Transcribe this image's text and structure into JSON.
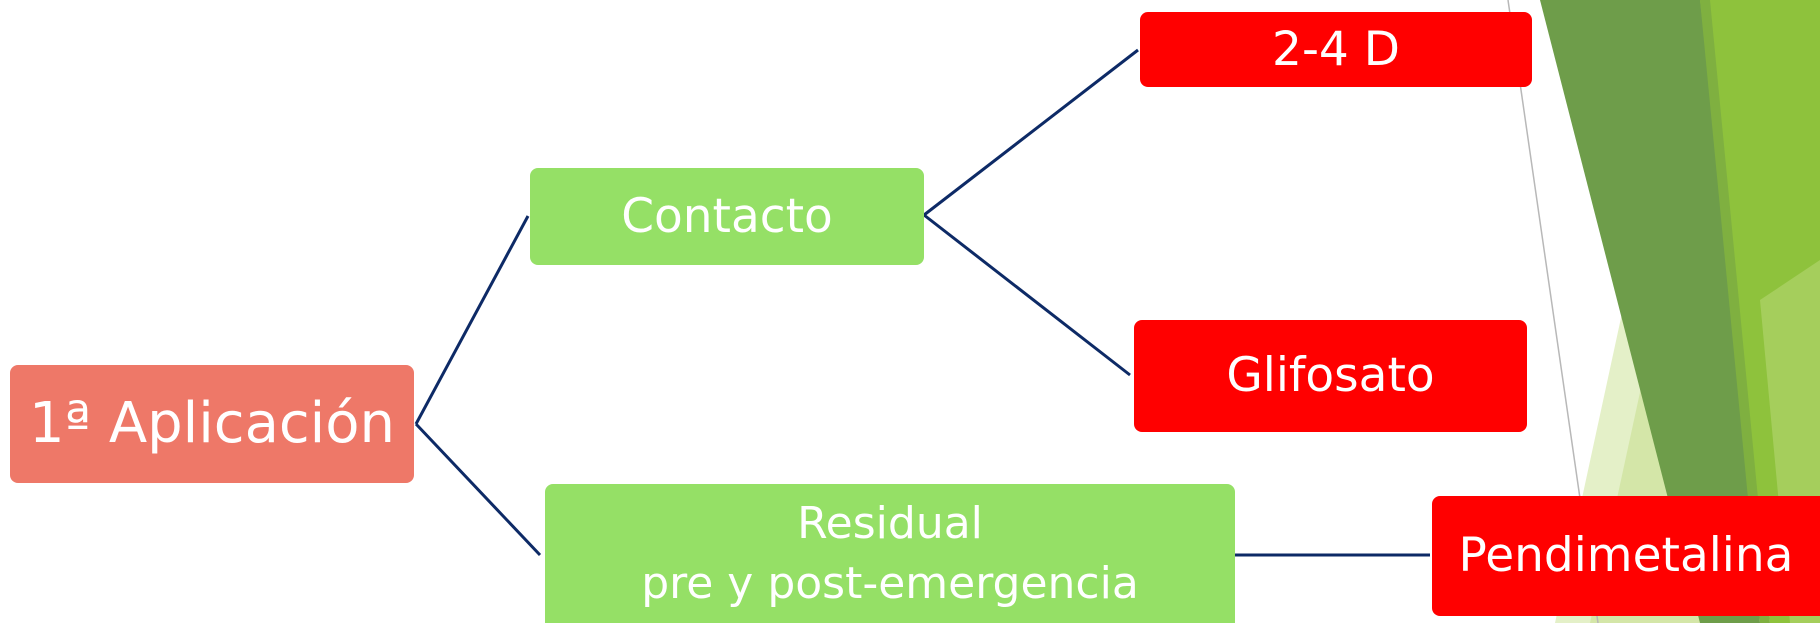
{
  "diagram": {
    "root": {
      "label": "1ª Aplicación"
    },
    "contacto": {
      "label": "Contacto"
    },
    "residual": {
      "line1": "Residual",
      "line2": "pre y post-emergencia"
    },
    "leaf_24d": {
      "label": "2-4 D"
    },
    "leaf_glifosato": {
      "label": "Glifosato"
    },
    "leaf_pendimetalina": {
      "label": "Pendimetalina"
    }
  },
  "colors": {
    "root_fill": "#ee7868",
    "category_fill": "#95e066",
    "herbicide_fill": "#ff0000",
    "connector": "#0d2a66",
    "decor_dark_green": "#6a9b44",
    "decor_lime": "#8dc03a",
    "decor_pale": "#d6e8b0"
  }
}
